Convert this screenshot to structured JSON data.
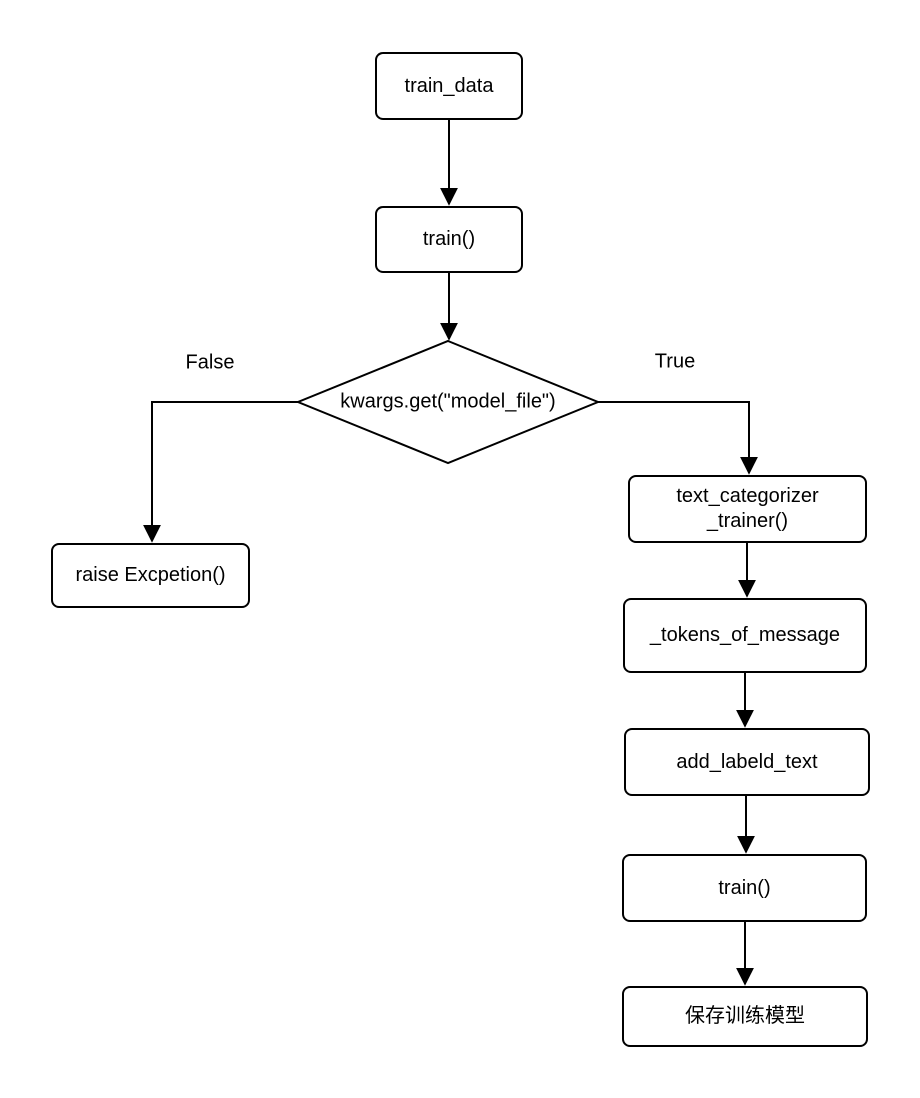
{
  "diagram": {
    "background_color": "#ffffff",
    "stroke_color": "#000000",
    "nodes": {
      "train_data": {
        "label": "train_data",
        "shape": "rounded-rect"
      },
      "train_call_1": {
        "label": "train()",
        "shape": "rounded-rect"
      },
      "decision": {
        "label": "kwargs.get(\"model_file\")",
        "shape": "diamond"
      },
      "raise_exception": {
        "label": "raise Excpetion()",
        "shape": "rounded-rect"
      },
      "text_categorizer_trainer": {
        "label": "text_categorizer\n_trainer()",
        "shape": "rounded-rect"
      },
      "tokens_of_message": {
        "label": "_tokens_of_message",
        "shape": "rounded-rect"
      },
      "add_labeld_text": {
        "label": "add_labeld_text",
        "shape": "rounded-rect"
      },
      "train_call_2": {
        "label": "train()",
        "shape": "rounded-rect"
      },
      "save_model": {
        "label": "保存训练模型",
        "shape": "rounded-rect"
      }
    },
    "edge_labels": {
      "false_branch": "False",
      "true_branch": "True"
    }
  }
}
